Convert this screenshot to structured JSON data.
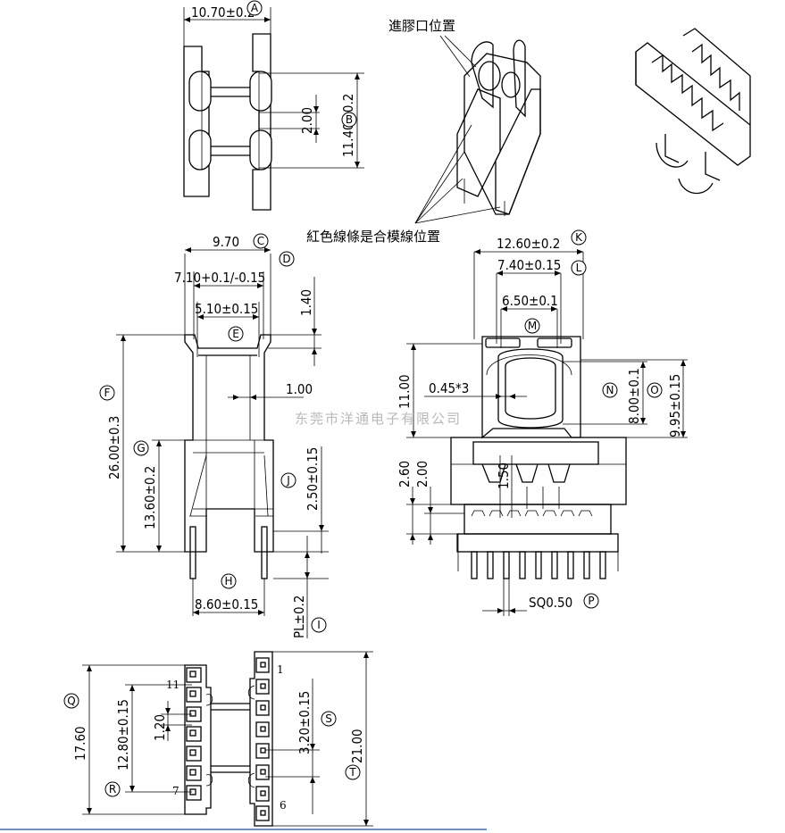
{
  "labels": {
    "gate_position": "進膠口位置",
    "red_line_note": "紅色線條是合模線位置",
    "watermark": "东莞市洋通电子有限公司"
  },
  "dimensions": {
    "a": "10.70±0.2",
    "b": "11.40±0.2",
    "b_inner": "2.00",
    "c": "9.70",
    "d": "7.10+0.1/-0.15",
    "e": "5.10±0.15",
    "e_right": "1.40",
    "f": "26.00±0.3",
    "g": "13.60±0.2",
    "h": "8.60±0.15",
    "i": "PL±0.2",
    "j": "2.50±0.15",
    "wall": "1.00",
    "k": "12.60±0.2",
    "l": "7.40±0.15",
    "m": "6.50±0.1",
    "n": "8.00±0.1",
    "o": "9.95±0.15",
    "height_11": "11.00",
    "thick_045": "0.45*3",
    "h260": "2.60",
    "h200": "2.00",
    "h150": "1.50",
    "p": "SQ0.50",
    "q": "17.60",
    "r": "12.80±0.15",
    "r_pitch": "1.20",
    "s": "3.20±0.15",
    "t": "21.00"
  },
  "callouts": {
    "A": "A",
    "B": "B",
    "C": "C",
    "D": "D",
    "E": "E",
    "F": "F",
    "G": "G",
    "H": "H",
    "I": "I",
    "J": "J",
    "K": "K",
    "L": "L",
    "M": "M",
    "N": "N",
    "O": "O",
    "P": "P",
    "Q": "Q",
    "R": "R",
    "S": "S",
    "T": "T"
  },
  "pin_numbers": {
    "p1": "1",
    "p6": "6",
    "p7": "7",
    "p11": "11"
  }
}
